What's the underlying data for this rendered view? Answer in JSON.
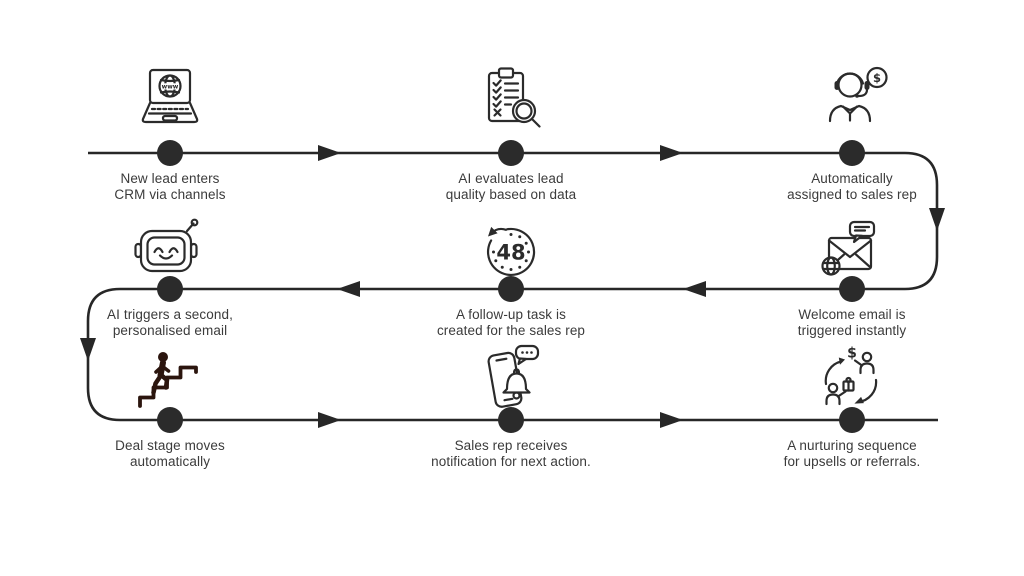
{
  "diagram": {
    "background": "#ffffff",
    "line_color": "#272727",
    "node_color": "#2b2b2b",
    "text_color": "#3b3b3b",
    "timer_value": "48",
    "steps": [
      {
        "icon": "laptop-globe-icon",
        "lines": [
          "New lead enters",
          "CRM via channels"
        ]
      },
      {
        "icon": "clipboard-checklist-magnifier-icon",
        "lines": [
          "AI evaluates lead",
          "quality based on data"
        ]
      },
      {
        "icon": "support-agent-dollar-icon",
        "lines": [
          "Automatically",
          "assigned to sales rep"
        ]
      },
      {
        "icon": "welcome-email-icon",
        "lines": [
          "Welcome email is",
          "triggered instantly"
        ]
      },
      {
        "icon": "timer-48-hours-icon",
        "lines": [
          "A follow-up task is",
          "created for the sales rep"
        ]
      },
      {
        "icon": "robot-icon",
        "lines": [
          "AI triggers a second,",
          "personalised email"
        ]
      },
      {
        "icon": "climbing-stairs-icon",
        "lines": [
          "Deal stage moves",
          "automatically"
        ]
      },
      {
        "icon": "phone-notification-icon",
        "lines": [
          "Sales rep receives",
          "notification for next action."
        ]
      },
      {
        "icon": "referral-cycle-icon",
        "lines": [
          "A nurturing sequence",
          "for upsells or referrals."
        ]
      }
    ],
    "icon_globe_label": "www",
    "currency_symbol": "$"
  }
}
